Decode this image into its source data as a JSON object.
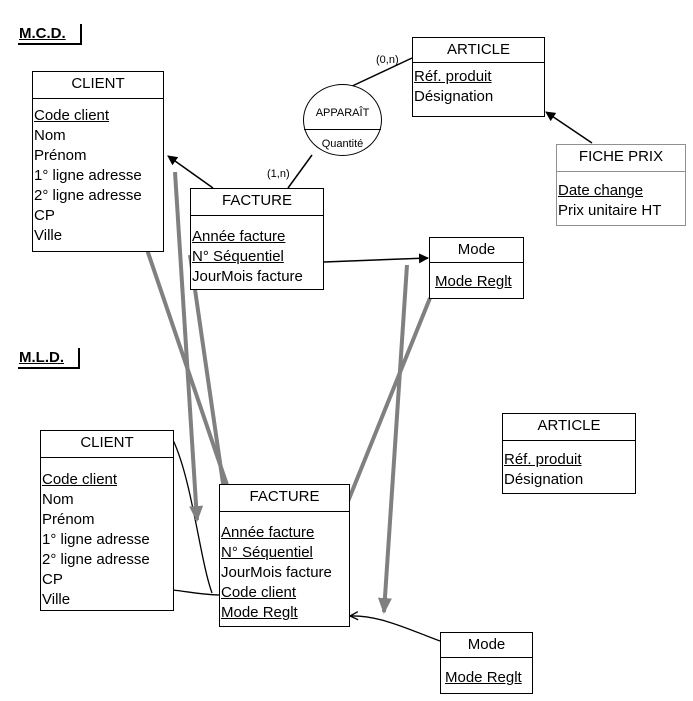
{
  "sections": {
    "mcd": "M.C.D.",
    "mld": "M.L.D."
  },
  "mcd": {
    "client": {
      "title": "CLIENT",
      "attributes": [
        {
          "label": "Code client",
          "key": true
        },
        {
          "label": "Nom",
          "key": false
        },
        {
          "label": "Prénom",
          "key": false
        },
        {
          "label": "1° ligne adresse",
          "key": false
        },
        {
          "label": "2° ligne adresse",
          "key": false
        },
        {
          "label": "CP",
          "key": false
        },
        {
          "label": "Ville",
          "key": false
        }
      ]
    },
    "article": {
      "title": "ARTICLE",
      "attributes": [
        {
          "label": "Réf. produit",
          "key": true
        },
        {
          "label": "Désignation",
          "key": false
        }
      ]
    },
    "fiche_prix": {
      "title": "FICHE PRIX",
      "attributes": [
        {
          "label": "Date change",
          "key": true
        },
        {
          "label": "Prix unitaire HT",
          "key": false
        }
      ]
    },
    "facture": {
      "title": "FACTURE",
      "attributes": [
        {
          "label": "Année facture",
          "key": true
        },
        {
          "label": "N° Séquentiel",
          "key": true
        },
        {
          "label": "JourMois facture",
          "key": false
        }
      ]
    },
    "mode": {
      "title": "Mode",
      "attributes": [
        {
          "label": "Mode Reglt",
          "key": true
        }
      ]
    },
    "apparait": {
      "name": "APPARAÎT",
      "property": "Quantité",
      "card_article": "(0,n)",
      "card_facture": "(1,n)"
    }
  },
  "mld": {
    "client": {
      "title": "CLIENT",
      "attributes": [
        {
          "label": "Code client",
          "key": true
        },
        {
          "label": "Nom",
          "key": false
        },
        {
          "label": "Prénom",
          "key": false
        },
        {
          "label": "1° ligne adresse",
          "key": false
        },
        {
          "label": "2° ligne adresse",
          "key": false
        },
        {
          "label": "CP",
          "key": false
        },
        {
          "label": "Ville",
          "key": false
        }
      ]
    },
    "facture": {
      "title": "FACTURE",
      "attributes": [
        {
          "label": "Année facture",
          "key": true
        },
        {
          "label": "N° Séquentiel",
          "key": true
        },
        {
          "label": "JourMois facture",
          "key": false
        },
        {
          "label": "Code client",
          "key": true
        },
        {
          "label": "Mode Reglt",
          "key": true
        }
      ]
    },
    "article": {
      "title": "ARTICLE",
      "attributes": [
        {
          "label": "Réf. produit",
          "key": true
        },
        {
          "label": "Désignation",
          "key": false
        }
      ]
    },
    "mode": {
      "title": "Mode",
      "attributes": [
        {
          "label": "Mode Reglt",
          "key": true
        }
      ]
    }
  },
  "colors": {
    "line": "#000000",
    "mapping_arrow": "#808080",
    "fiche_border": "#909090"
  }
}
